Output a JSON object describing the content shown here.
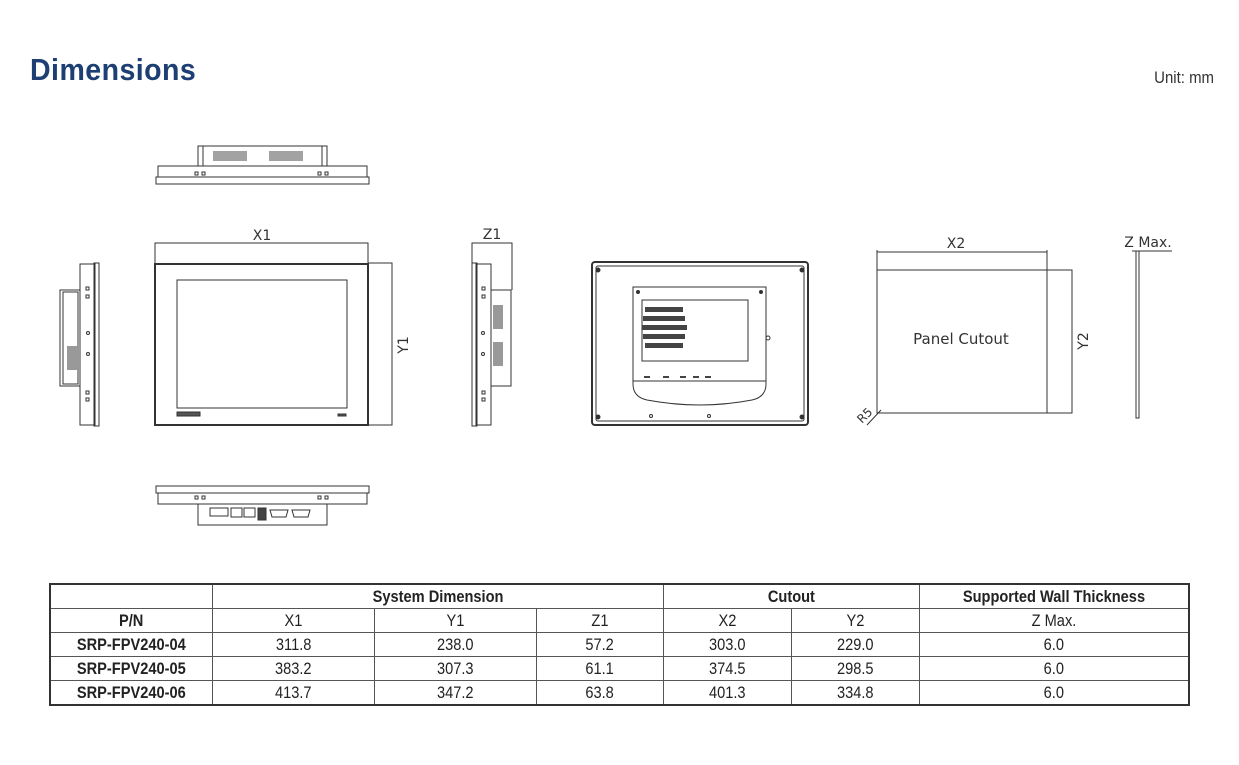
{
  "header": {
    "title": "Dimensions",
    "unit": "Unit: mm"
  },
  "drawing": {
    "labels": {
      "x1": "X1",
      "y1": "Y1",
      "z1": "Z1",
      "x2": "X2",
      "y2": "Y2",
      "zmax": "Z Max.",
      "cutout": "Panel Cutout",
      "radius": "R5"
    }
  },
  "table": {
    "groups": [
      "System Dimension",
      "Cutout",
      "Supported Wall Thickness"
    ],
    "columns": [
      "P/N",
      "X1",
      "Y1",
      "Z1",
      "X2",
      "Y2",
      "Z Max."
    ],
    "rows": [
      [
        "SRP-FPV240-04",
        "311.8",
        "238.0",
        "57.2",
        "303.0",
        "229.0",
        "6.0"
      ],
      [
        "SRP-FPV240-05",
        "383.2",
        "307.3",
        "61.1",
        "374.5",
        "298.5",
        "6.0"
      ],
      [
        "SRP-FPV240-06",
        "413.7",
        "347.2",
        "63.8",
        "401.3",
        "334.8",
        "6.0"
      ]
    ]
  }
}
